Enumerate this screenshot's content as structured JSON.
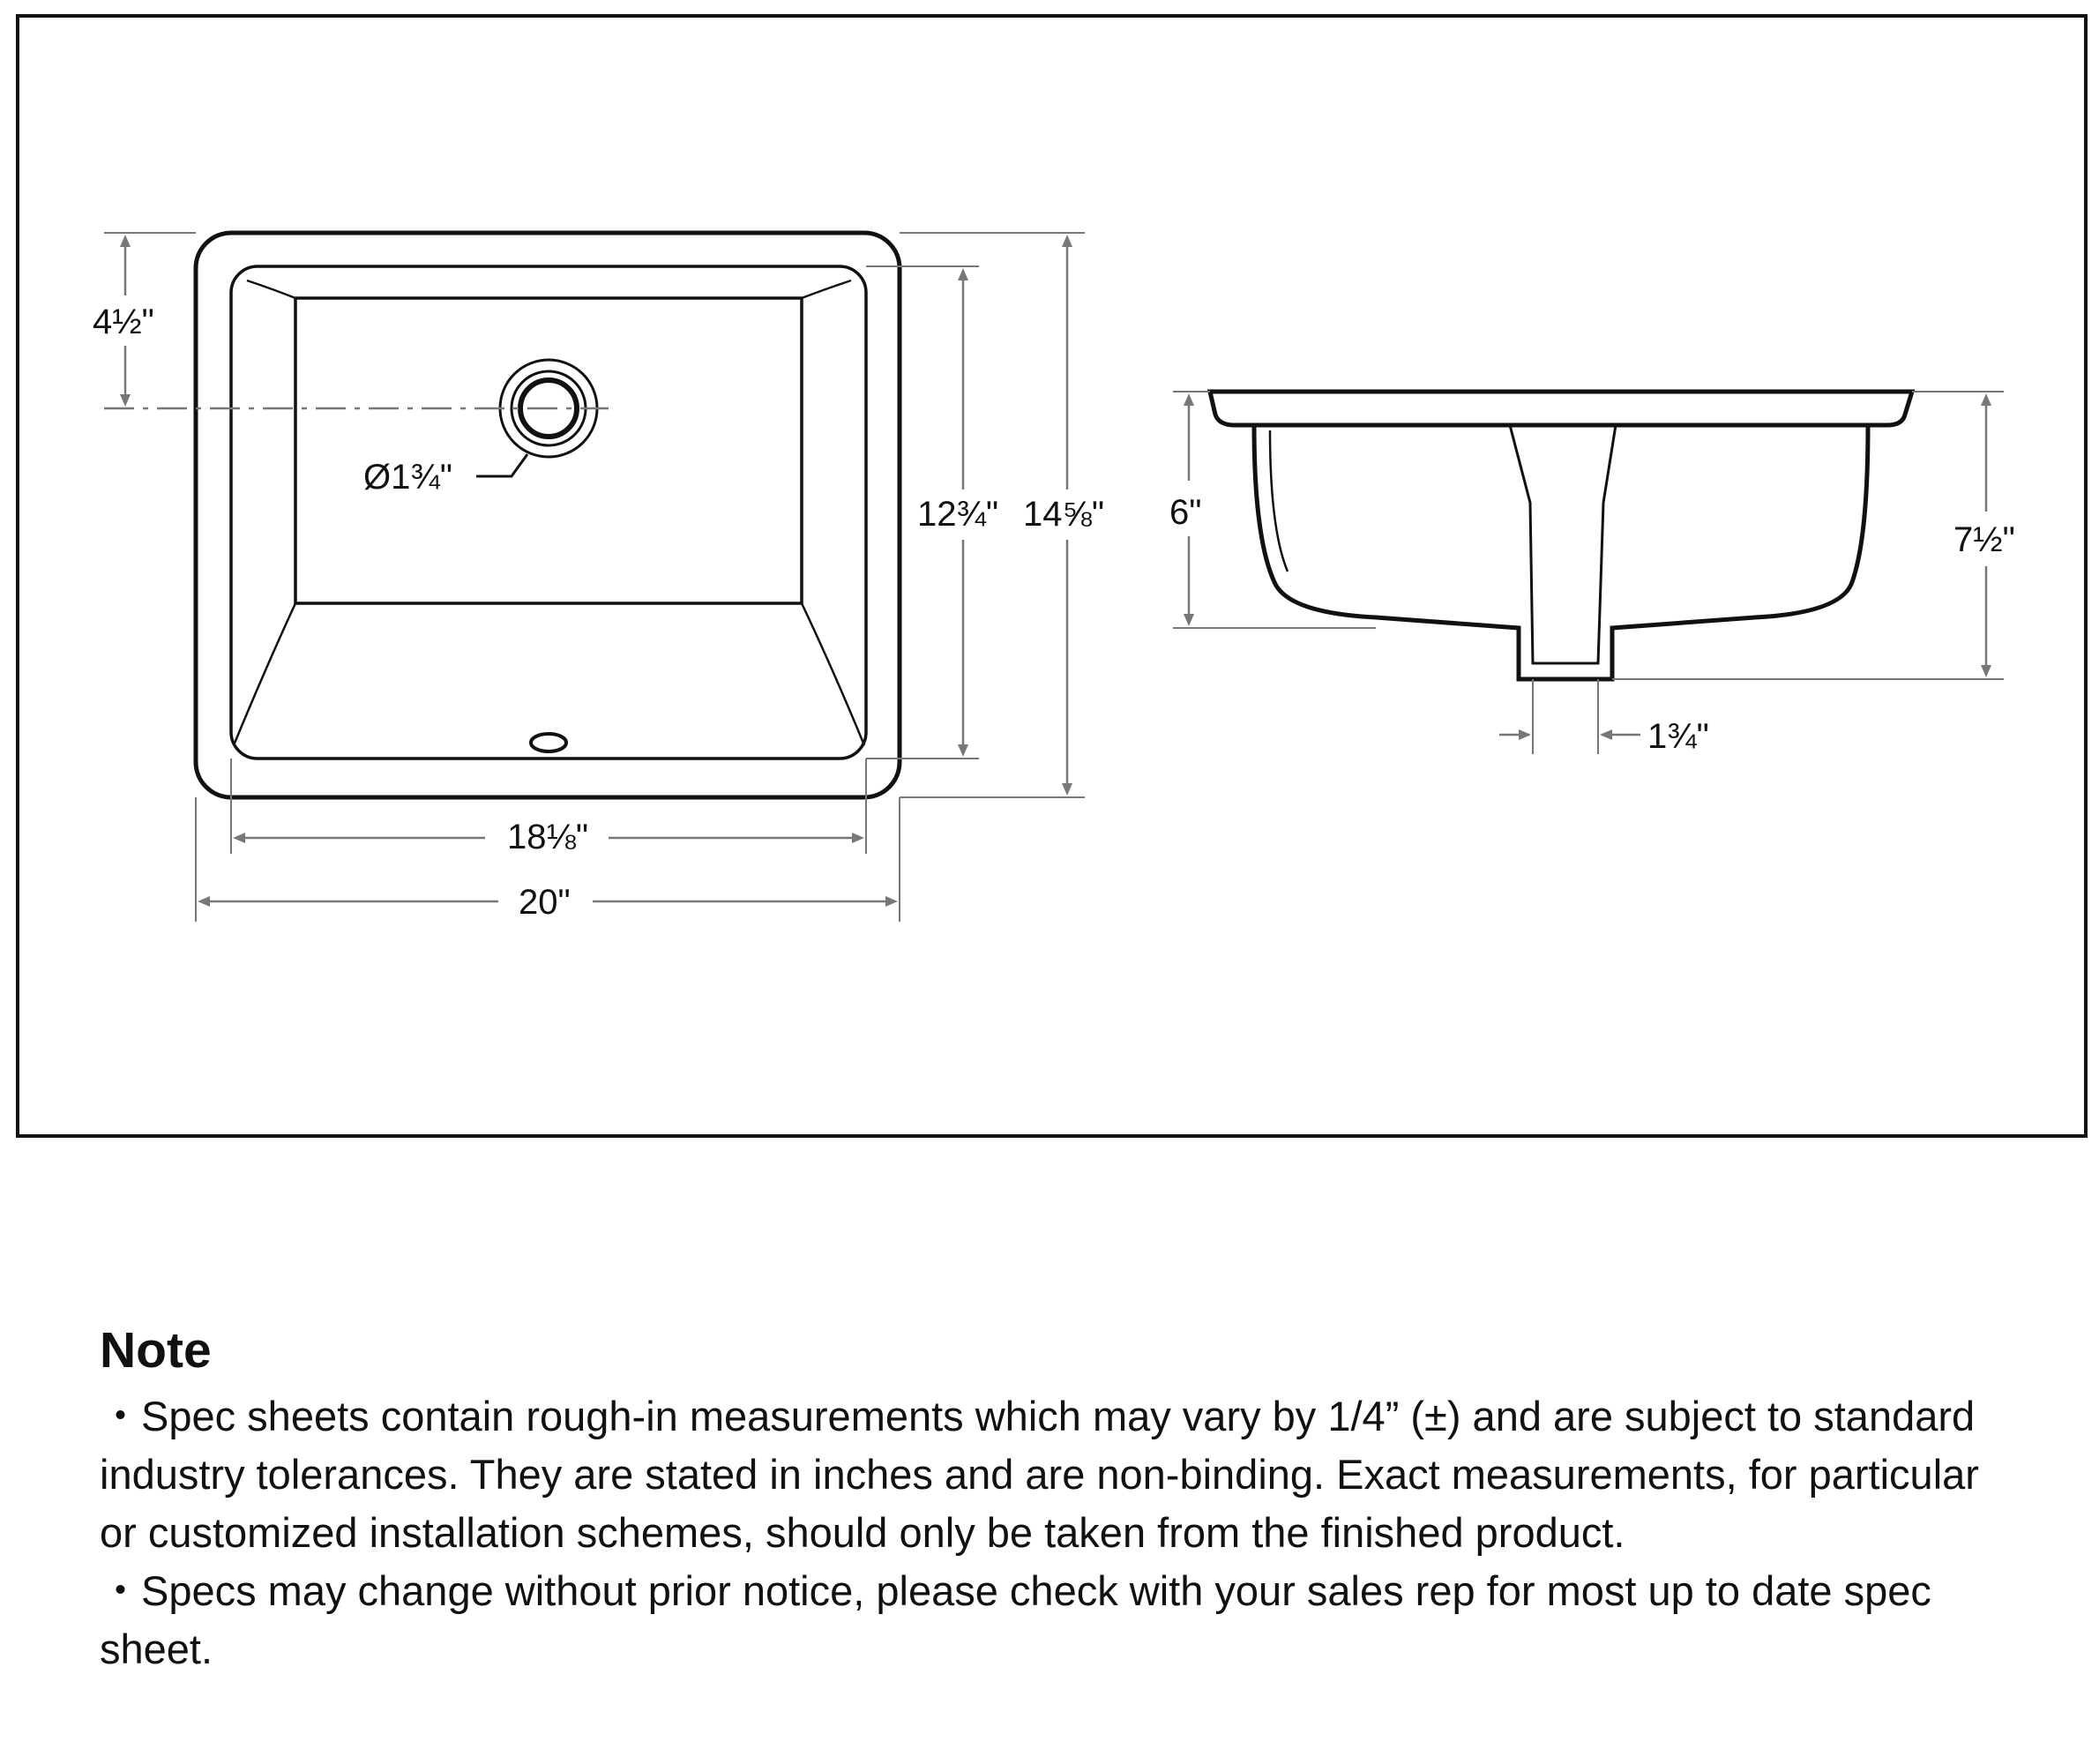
{
  "dimensions": {
    "top_view": {
      "drain_offset": "4½\"",
      "drain_diameter": "Ø1¾\"",
      "inner_depth": "12¾\"",
      "outer_depth": "14⅝\"",
      "inner_width": "18⅛\"",
      "outer_width": "20\""
    },
    "side_view": {
      "bowl_height": "6\"",
      "total_height": "7½\"",
      "drain_width": "1¾\""
    }
  },
  "note": {
    "title": "Note",
    "paragraphs": [
      "・Spec sheets contain rough-in measurements which may vary by 1/4” (±) and are subject to standard industry tolerances. They are stated in inches and are non-binding. Exact measurements, for particular or customized installation schemes, should only be taken from the finished product.",
      "・Specs may change without prior notice, please check with your sales rep for most up to date spec sheet."
    ]
  }
}
